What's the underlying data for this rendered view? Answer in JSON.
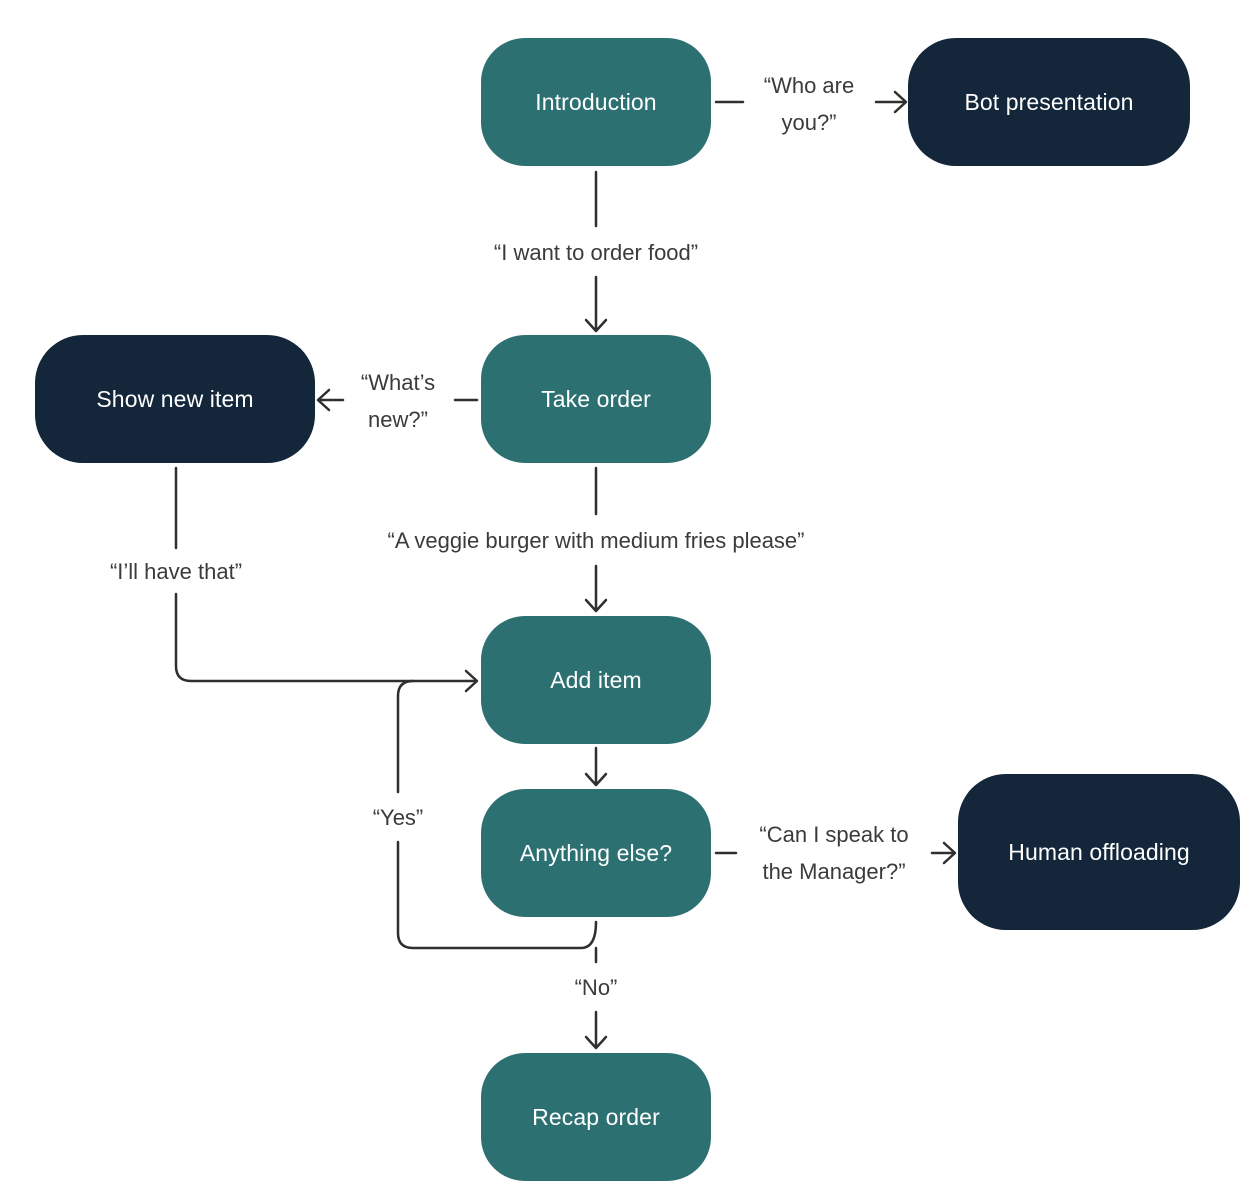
{
  "colors": {
    "flow_node": "#2d7072",
    "terminal_node": "#13263a",
    "node_text": "#ffffff",
    "edge_line": "#2f2f2f",
    "edge_label": "#3b3b3b",
    "background": "#ffffff"
  },
  "nodes": {
    "introduction": "Introduction",
    "bot_presentation": "Bot presentation",
    "take_order": "Take order",
    "show_new_item": "Show new item",
    "add_item": "Add item",
    "anything_else": "Anything else?",
    "human_offloading": "Human offloading",
    "recap_order": "Recap order"
  },
  "edges": {
    "who_are_you": "“Who are\nyou?”",
    "order_food": "“I want to order food”",
    "whats_new": "“What’s\nnew?”",
    "veggie_burger": "“A veggie burger with medium fries please”",
    "have_that": "“I’ll have that”",
    "yes": "“Yes”",
    "speak_manager": "“Can I speak to\nthe Manager?”",
    "no": "“No”"
  }
}
